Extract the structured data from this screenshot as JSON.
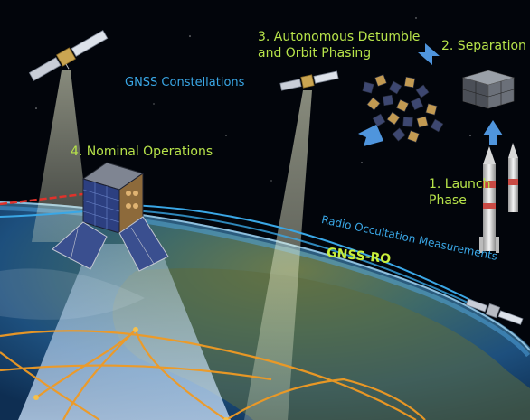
{
  "labels": {
    "launch": [
      "1. Launch",
      "Phase"
    ],
    "separation": "2. Separation",
    "detumble": [
      "3. Autonomous Detumble",
      "and Orbit Phasing"
    ],
    "nominal": "4. Nominal Operations",
    "gnss_constellations": "GNSS Constellations",
    "radio_occultation": "Radio Occultation Measurements",
    "gnss_ro": "GNSS-RO"
  },
  "colors": {
    "space": "#02050b",
    "earth_ocean": "#1d4f7d",
    "earth_land": "#5c6b3e",
    "atmosphere": "#4fa3dd",
    "phase_label": "#b7e34a",
    "signal_blue": "#3aa7e6",
    "constellation_lines": "#f09a23",
    "crosslink": "#e0322b",
    "arrow": "#4f95dd"
  },
  "icons": [
    "gnss-satellite-icon",
    "cubesat-icon",
    "rocket-icon",
    "cubesat-cluster-icon",
    "arrow-icon"
  ]
}
